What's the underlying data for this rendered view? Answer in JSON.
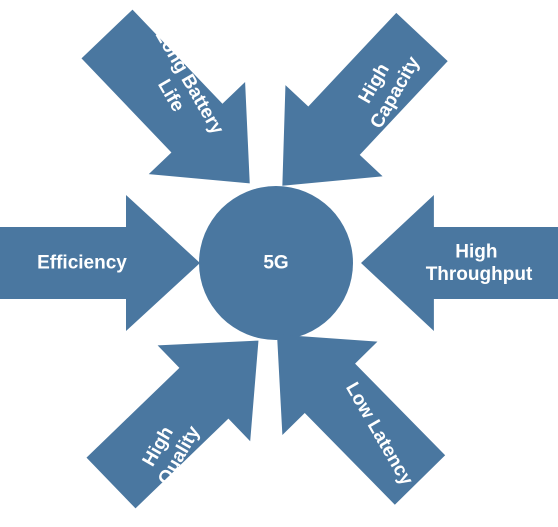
{
  "diagram": {
    "center": {
      "label": "5G"
    },
    "arrows": [
      {
        "id": "long-battery-life",
        "lines": [
          "Long Battery",
          "Life"
        ]
      },
      {
        "id": "high-capacity",
        "lines": [
          "High",
          "Capacity"
        ]
      },
      {
        "id": "efficiency",
        "lines": [
          "Efficiency"
        ]
      },
      {
        "id": "high-throughput",
        "lines": [
          "High",
          "Throughput"
        ]
      },
      {
        "id": "high-quality",
        "lines": [
          "High",
          "Quality"
        ]
      },
      {
        "id": "low-latency",
        "lines": [
          "Low Latency"
        ]
      }
    ]
  },
  "colors": {
    "shape_fill": "#4a77a0",
    "text": "#ffffff",
    "background": "#ffffff"
  }
}
